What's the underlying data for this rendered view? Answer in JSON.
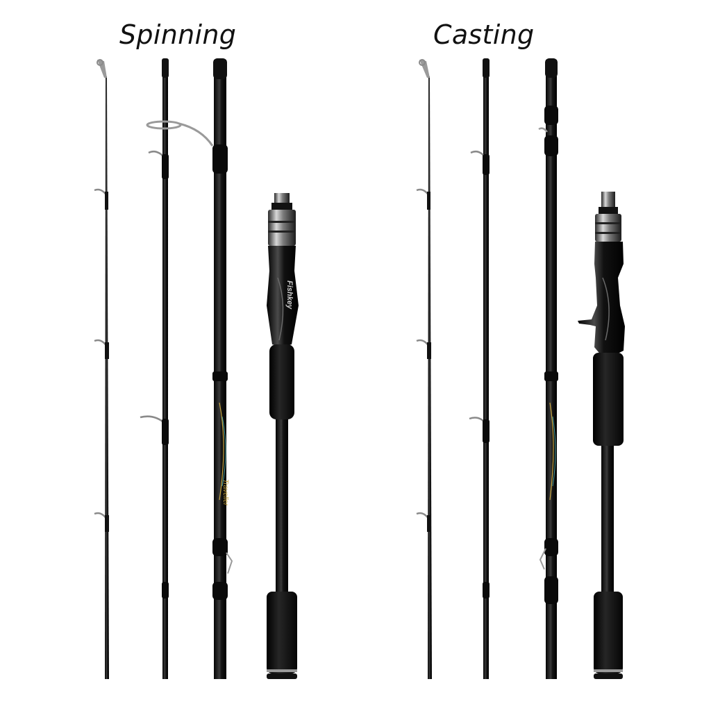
{
  "sets": [
    {
      "title": "Spinning"
    },
    {
      "title": "Casting"
    }
  ],
  "rod_text": {
    "brand": "Fishkey",
    "model": "Traveller"
  },
  "colors": {
    "background": "#ffffff",
    "blank": "#1a1a1a",
    "guide_metal": "#9a9a9a",
    "foam_grip": "#0d0d0d",
    "accent_trim": "#c8a640"
  }
}
